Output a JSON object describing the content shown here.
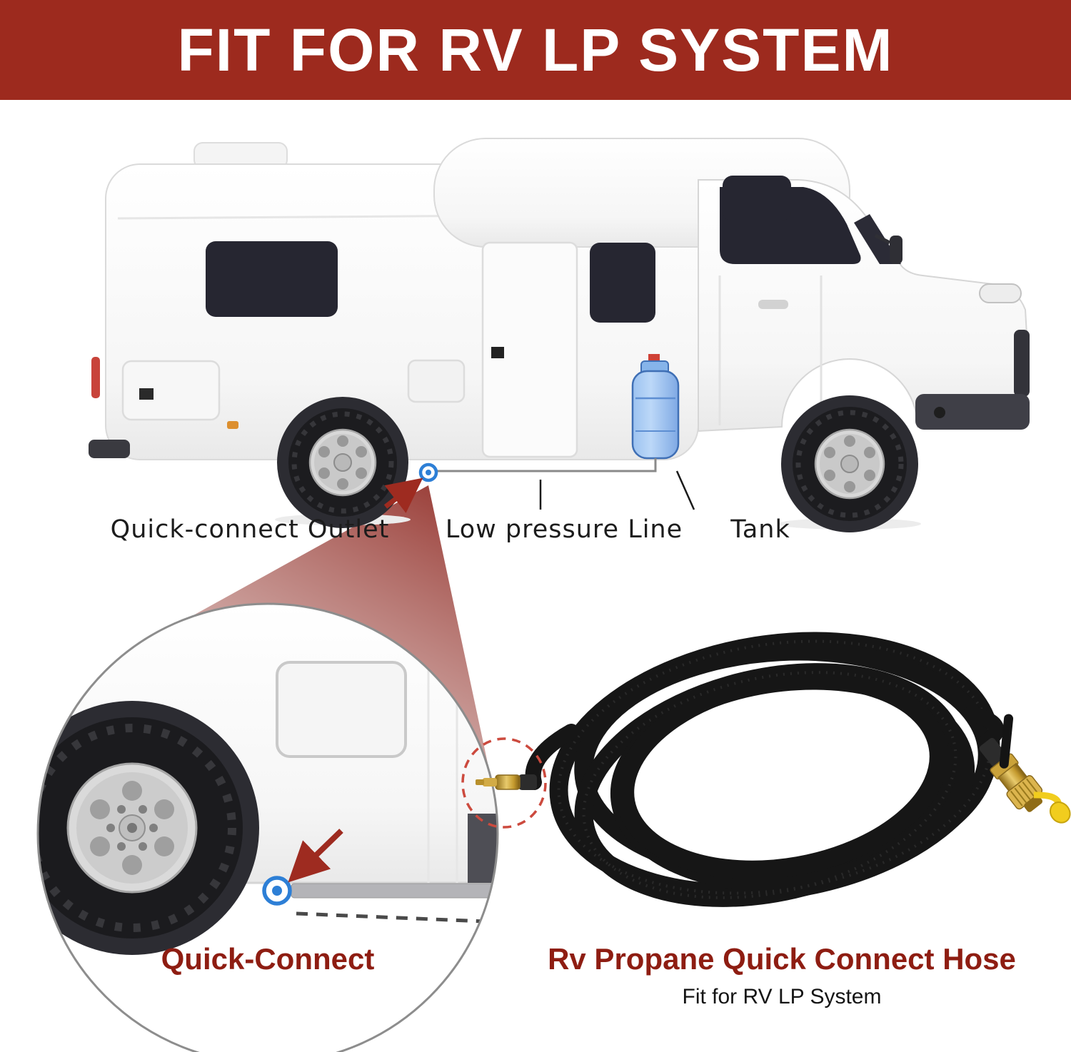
{
  "banner": {
    "title": "FIT FOR RV LP SYSTEM"
  },
  "callouts": {
    "quick_connect_outlet": "Quick-connect Outlet",
    "low_pressure_line": "Low pressure Line",
    "tank": "Tank"
  },
  "zoom_detail": {
    "label": "Quick-Connect"
  },
  "product": {
    "title": "Rv Propane Quick Connect Hose",
    "subtitle": "Fit for RV LP System"
  },
  "colors": {
    "banner_bg": "#9D2A1E",
    "banner_text": "#FFFFFF",
    "accent_red": "#9E2B20",
    "heading_red": "#8E1D12",
    "outlet_blue": "#2D7FD6",
    "tank_blue": "#8BB9EC",
    "hose_black": "#161616",
    "brass_gold": "#C49A2E",
    "cap_yellow": "#F1CD1E"
  }
}
